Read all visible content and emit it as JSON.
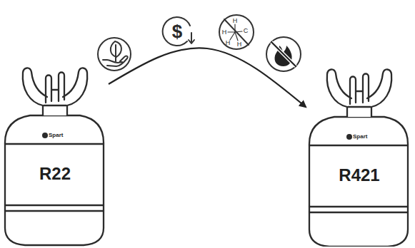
{
  "diagram": {
    "nodes": [
      {
        "text": [
          "Spart",
          "R22"
        ]
      },
      {
        "text": [
          "Spart",
          "R421"
        ]
      }
    ],
    "edges": [
      {
        "from": 0,
        "to": 1,
        "arrow": "to"
      }
    ],
    "labels": [
      "$",
      "H",
      "H",
      "C",
      "H",
      "H"
    ]
  }
}
